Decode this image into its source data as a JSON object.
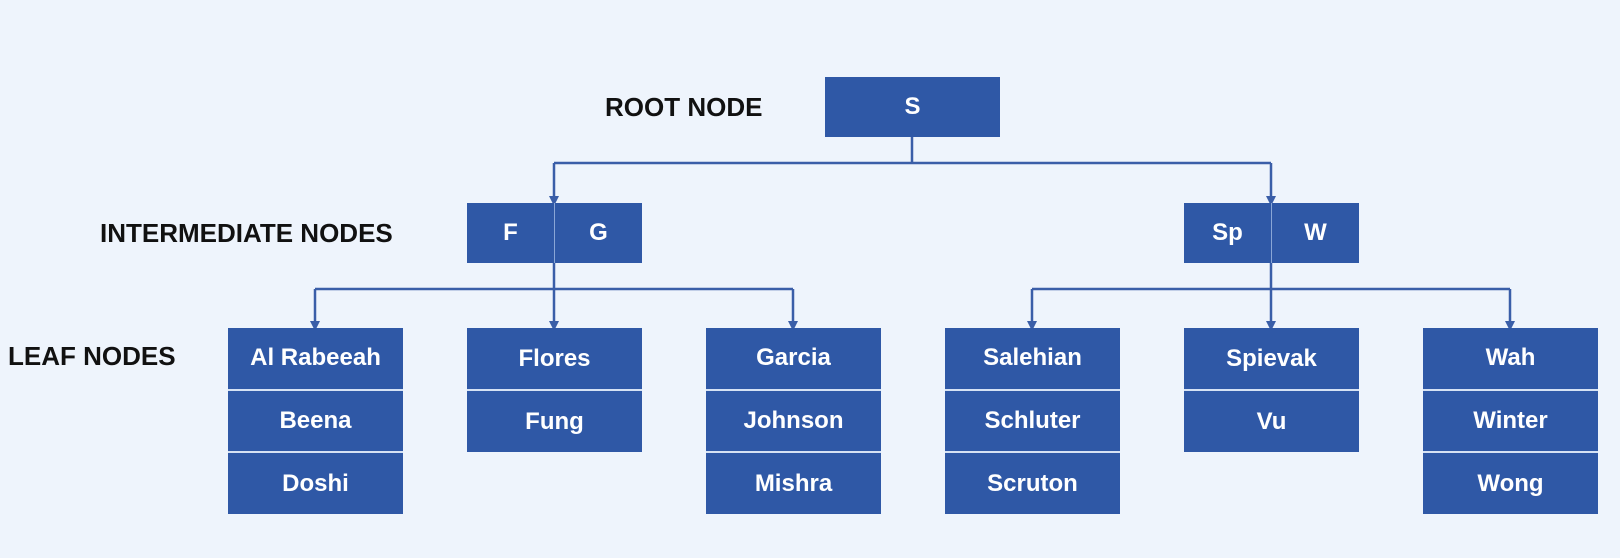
{
  "labels": {
    "root": "ROOT NODE",
    "intermediate": "INTERMEDIATE NODES",
    "leaf": "LEAF NODES"
  },
  "colors": {
    "node": "#2f58a6",
    "connector": "#3a5ea8",
    "background": "#eef4fc"
  },
  "root": {
    "keys": [
      "S"
    ]
  },
  "intermediate": [
    {
      "keys": [
        "F",
        "G"
      ]
    },
    {
      "keys": [
        "Sp",
        "W"
      ]
    }
  ],
  "leaves": [
    {
      "keys": [
        "Al Rabeeah",
        "Beena",
        "Doshi"
      ]
    },
    {
      "keys": [
        "Flores",
        "Fung"
      ]
    },
    {
      "keys": [
        "Garcia",
        "Johnson",
        "Mishra"
      ]
    },
    {
      "keys": [
        "Salehian",
        "Schluter",
        "Scruton"
      ]
    },
    {
      "keys": [
        "Spievak",
        "Vu"
      ]
    },
    {
      "keys": [
        "Wah",
        "Winter",
        "Wong"
      ]
    }
  ]
}
